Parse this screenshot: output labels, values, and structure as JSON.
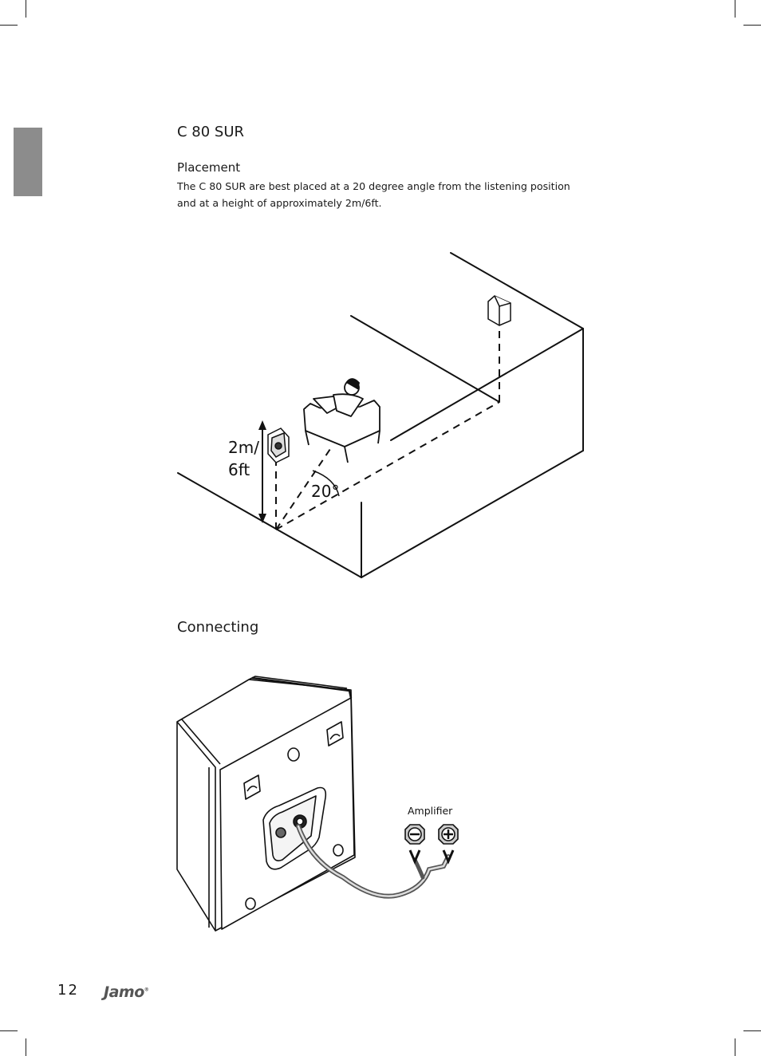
{
  "header": {
    "title": "C 80 SUR"
  },
  "placement": {
    "heading": "Placement",
    "text": "The C 80 SUR are best placed at a 20 degree angle from the listening position and at a height of approximately 2m/6ft.",
    "diagram": {
      "height_label_line1": "2m/",
      "height_label_line2": "6ft",
      "angle_label": "20°"
    }
  },
  "connecting": {
    "heading": "Connecting",
    "amplifier_label": "Amplifier"
  },
  "footer": {
    "page_number": "12",
    "brand": "Jamo"
  }
}
